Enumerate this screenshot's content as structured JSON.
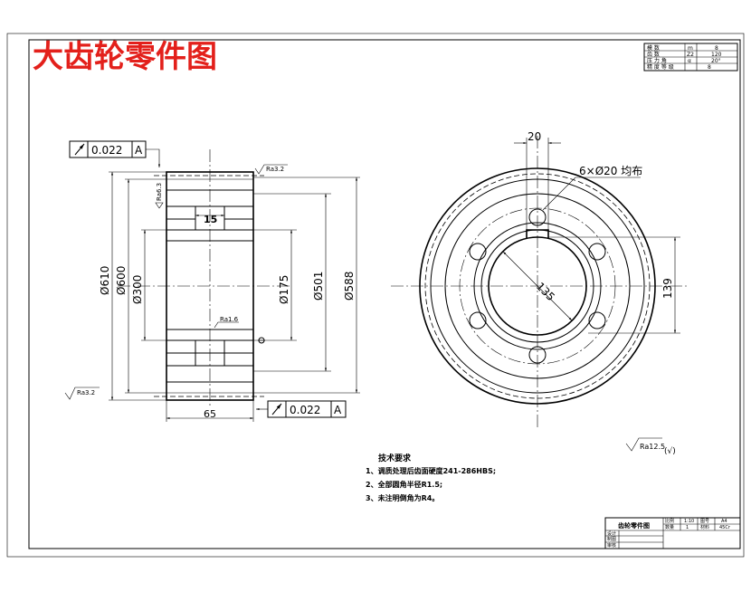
{
  "title": "大齿轮零件图",
  "gear_params": {
    "rows": [
      {
        "label": "模 数",
        "symbol": "m",
        "value": "8"
      },
      {
        "label": "齿 数",
        "symbol": "Z2",
        "value": "120"
      },
      {
        "label": "压 力 角",
        "symbol": "α",
        "value": "20°"
      },
      {
        "label": "精 度 等 级",
        "symbol": "",
        "value": "8"
      }
    ]
  },
  "tolerance_frames": [
    {
      "id": "top",
      "value": "0.022",
      "datum": "A"
    },
    {
      "id": "bottom",
      "value": "0.022",
      "datum": "A"
    }
  ],
  "roughness": {
    "top_face": "Ra3.2",
    "left_bore": "Ra6.3",
    "bore_inner": "Ra1.6",
    "bottom_left": "Ra3.2",
    "general": "Ra12.5",
    "general_suffix": "(√)"
  },
  "section_dims": {
    "d610": "Ø610",
    "d600": "Ø600",
    "d300": "Ø300",
    "d175": "Ø175",
    "d501": "Ø501",
    "d588": "Ø588",
    "width": "65",
    "hub": "15"
  },
  "front_dims": {
    "keyway_width": "20",
    "holes": "6×Ø20 均布",
    "bore": "135",
    "keyway_depth": "139"
  },
  "notes": {
    "heading": "技术要求",
    "items": [
      "1、调质处理后齿面硬度241-286HBS;",
      "2、全部圆角半径R1.5;",
      "3、未注明倒角为R4。"
    ]
  },
  "title_block": {
    "name": "齿轮零件图",
    "scale_label": "比例",
    "scale_value": "1:10",
    "sheet_label": "图号",
    "sheet_value": "A4",
    "qty_label": "数量",
    "qty_value": "1",
    "material_label": "材料",
    "material_value": "45Cr",
    "drawn_label": "制图",
    "check_label": "审核",
    "unit_label": "设计"
  }
}
